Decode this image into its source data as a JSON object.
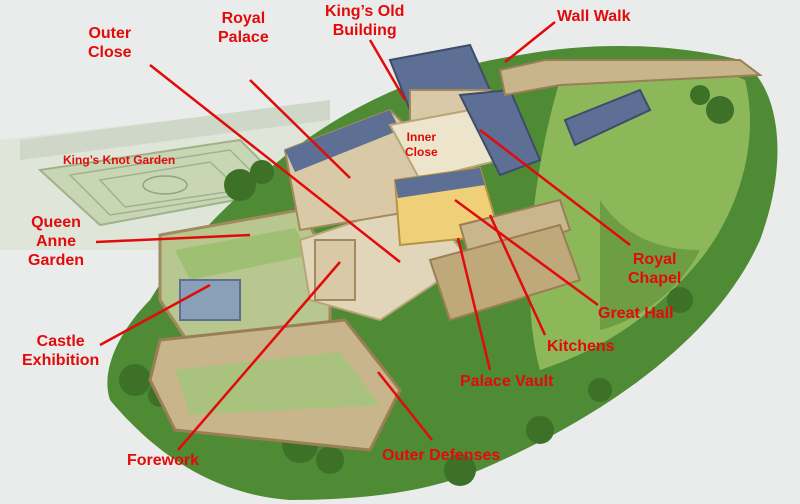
{
  "labels": {
    "outer_close": "Outer\nClose",
    "royal_palace": "Royal\nPalace",
    "kings_old_building": "King’s Old\nBuilding",
    "wall_walk": "Wall Walk",
    "inner_close": "Inner\nClose",
    "kings_knot_garden": "King’s Knot Garden",
    "queen_anne_garden": "Queen\nAnne\nGarden",
    "royal_chapel": "Royal\nChapel",
    "great_hall": "Great Hall",
    "kitchens": "Kitchens",
    "castle_exhibition": "Castle\nExhibition",
    "palace_vault": "Palace Vault",
    "forework": "Forework",
    "outer_defenses": "Outer Defenses"
  },
  "colors": {
    "label_red": "#e10b0b",
    "sky": "#e9ecea",
    "grass": "#8cb85a",
    "forest": "#4f8a34",
    "stone": "#d9c9a6",
    "roof": "#5d6f94",
    "great_hall_wall": "#efd078"
  }
}
